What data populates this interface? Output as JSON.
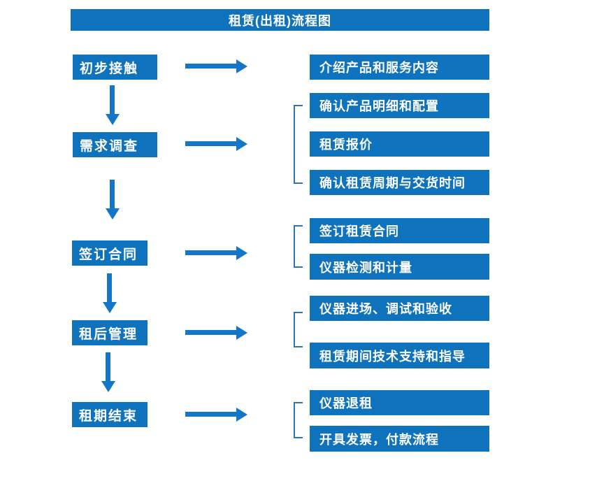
{
  "title": "租赁(出租)流程图",
  "colors": {
    "box_blue": "#0F72BC",
    "arrow_blue": "#1476C8",
    "bracket_blue": "#2E75B6",
    "text_white": "#FFFFFF",
    "background": "#FFFFFF"
  },
  "steps": [
    {
      "label": "初步接触",
      "outputs": [
        "介绍产品和服务内容"
      ]
    },
    {
      "label": "需求调查",
      "outputs": [
        "确认产品明细和配置",
        "租赁报价",
        "确认租赁周期与交货时间"
      ]
    },
    {
      "label": "签订合同",
      "outputs": [
        "签订租赁合同",
        "仪器检测和计量"
      ]
    },
    {
      "label": "租后管理",
      "outputs": [
        "仪器进场、调试和验收",
        "租赁期间技术支持和指导"
      ]
    },
    {
      "label": "租期结束",
      "outputs": [
        "仪器退租",
        "开具发票，付款流程"
      ]
    }
  ]
}
